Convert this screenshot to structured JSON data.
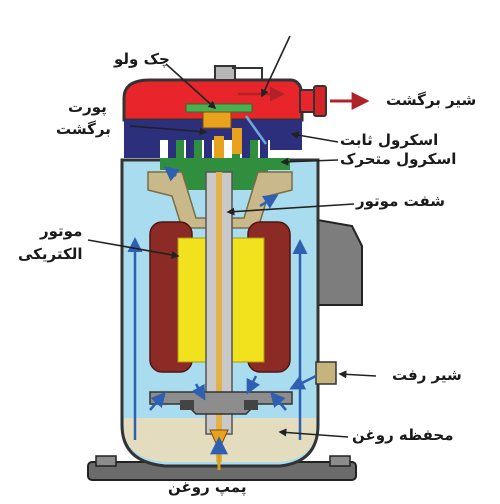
{
  "diagram": {
    "labels": {
      "check_valve": "چک ولو",
      "return_port_1": "پورت",
      "return_port_2": "برگشت",
      "return_valve": "شیر برگشت",
      "fixed_scroll": "اسکرول ثابت",
      "moving_scroll": "اسکرول متحرک",
      "motor_shaft": "شفت موتور",
      "electric_motor_1": "موتور",
      "electric_motor_2": "الکتریکی",
      "inlet_valve": "شیر رفت",
      "oil_sump": "محفظه روغن",
      "oil_pump": "پمپ روغن"
    },
    "colors": {
      "shell_blue": "#a9dcee",
      "discharge_red": "#e8252b",
      "fixed_scroll_navy": "#2c2f7c",
      "moving_scroll_green": "#2f8f3f",
      "stator_maroon": "#8c2a26",
      "rotor_yellow": "#f2e21d",
      "oil": "#e3dcbf",
      "flow_arrow": "#2f5fb0"
    }
  }
}
